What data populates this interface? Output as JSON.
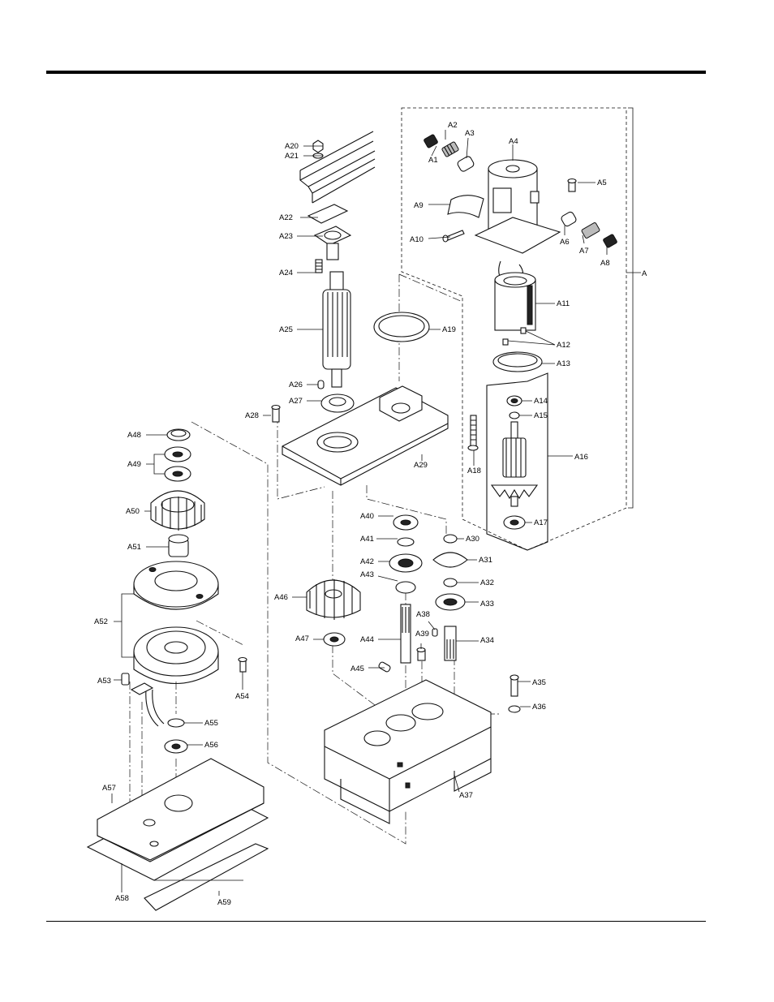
{
  "labels": {
    "A": "A",
    "A1": "A1",
    "A2": "A2",
    "A3": "A3",
    "A4": "A4",
    "A5": "A5",
    "A6": "A6",
    "A7": "A7",
    "A8": "A8",
    "A9": "A9",
    "A10": "A10",
    "A11": "A11",
    "A12": "A12",
    "A13": "A13",
    "A14": "A14",
    "A15": "A15",
    "A16": "A16",
    "A17": "A17",
    "A18": "A18",
    "A19": "A19",
    "A20": "A20",
    "A21": "A21",
    "A22": "A22",
    "A23": "A23",
    "A24": "A24",
    "A25": "A25",
    "A26": "A26",
    "A27": "A27",
    "A28": "A28",
    "A29": "A29",
    "A30": "A30",
    "A31": "A31",
    "A32": "A32",
    "A33": "A33",
    "A34": "A34",
    "A35": "A35",
    "A36": "A36",
    "A37": "A37",
    "A38": "A38",
    "A39": "A39",
    "A40": "A40",
    "A41": "A41",
    "A42": "A42",
    "A43": "A43",
    "A44": "A44",
    "A45": "A45",
    "A46": "A46",
    "A47": "A47",
    "A48": "A48",
    "A49": "A49",
    "A50": "A50",
    "A51": "A51",
    "A52": "A52",
    "A53": "A53",
    "A54": "A54",
    "A55": "A55",
    "A56": "A56",
    "A57": "A57",
    "A58": "A58",
    "A59": "A59"
  }
}
